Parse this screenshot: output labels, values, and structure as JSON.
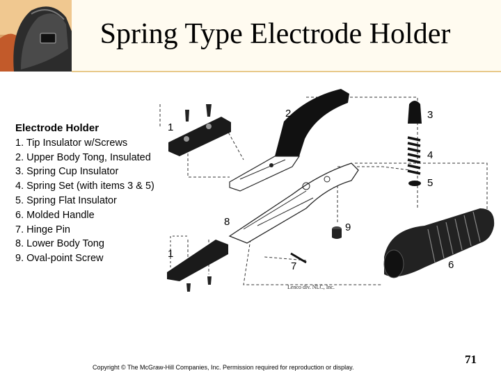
{
  "slide": {
    "title": "Spring Type Electrode Holder",
    "copyright": "Copyright © The McGraw-Hill Companies, Inc. Permission required for reproduction or display.",
    "page_number": "71"
  },
  "legend": {
    "title": "Electrode Holder",
    "items": [
      "1. Tip Insulator w/Screws",
      "2. Upper Body Tong, Insulated",
      "3. Spring Cup Insulator",
      "4. Spring Set (with items 3 & 5)",
      "5. Spring Flat Insulator",
      "6. Molded Handle",
      "7. Hinge Pin",
      "8. Lower Body Tong",
      "9. Oval-point Screw"
    ]
  },
  "diagram": {
    "credit": "Lenco div. NLC, Inc.",
    "callouts": [
      "1",
      "2",
      "3",
      "4",
      "5",
      "1",
      "7",
      "8",
      "9",
      "6"
    ]
  }
}
